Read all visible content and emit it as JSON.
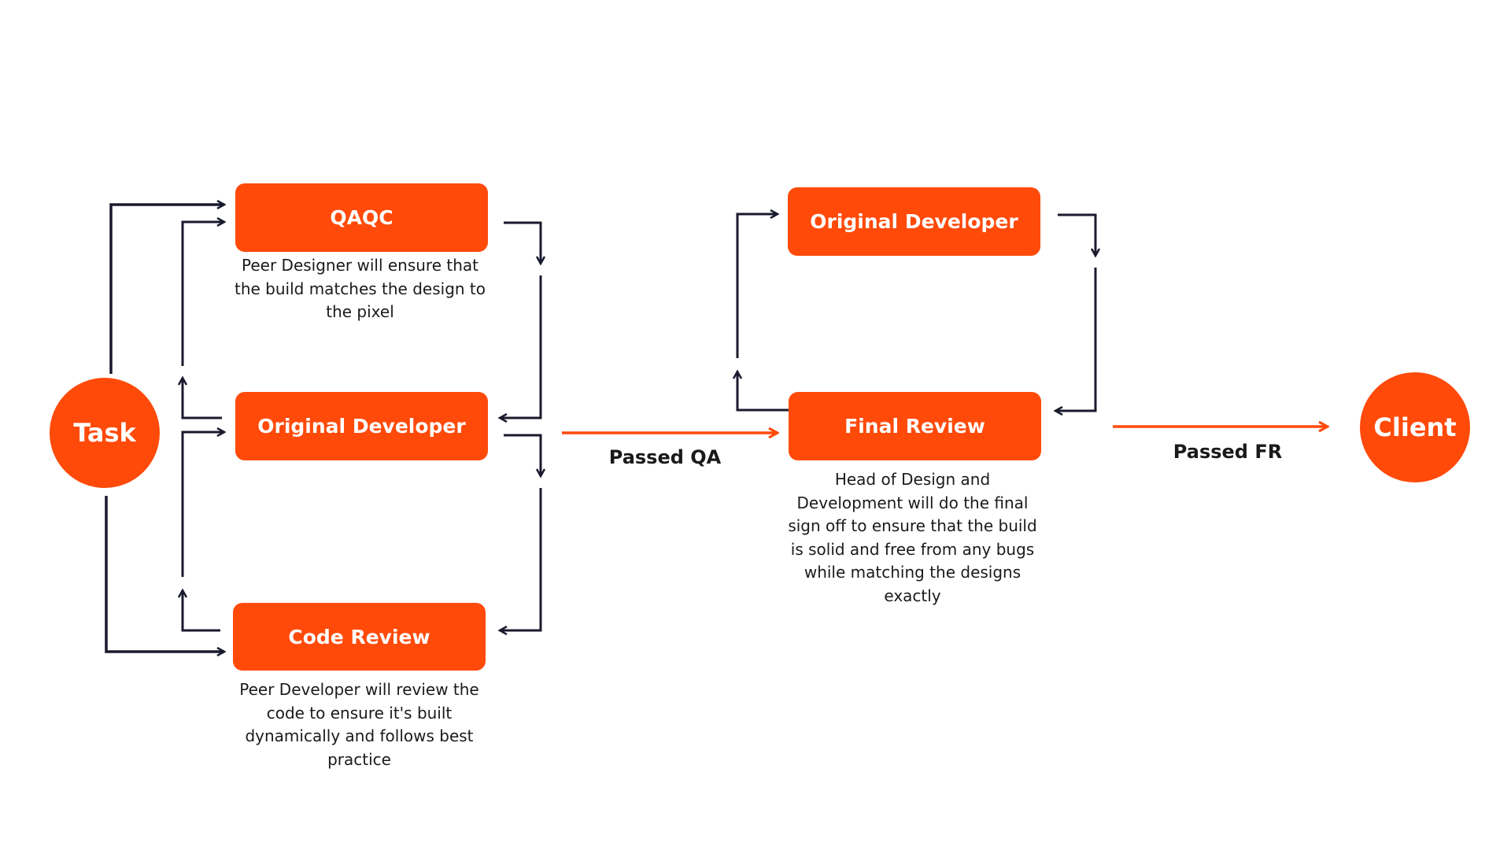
{
  "colors": {
    "accent": "#ff4a0a",
    "line": "#1a1a2e",
    "text": "#1a1a1a",
    "background": "#ffffff"
  },
  "nodes": {
    "task": "Task",
    "client": "Client"
  },
  "stage_one": {
    "qaqc": {
      "label": "QAQC",
      "description": "Peer Designer will ensure that the build matches the design to the pixel"
    },
    "original_developer": {
      "label": "Original Developer"
    },
    "code_review": {
      "label": "Code Review",
      "description": "Peer Developer will review the code to ensure it's built dynamically and follows best practice"
    }
  },
  "stage_two": {
    "original_developer": {
      "label": "Original Developer"
    },
    "final_review": {
      "label": "Final Review",
      "description": "Head of Design and Development will do the final sign off to ensure that the build is solid and free from any bugs while matching the designs exactly"
    }
  },
  "transitions": {
    "passed_qa": "Passed QA",
    "passed_fr": "Passed FR"
  }
}
